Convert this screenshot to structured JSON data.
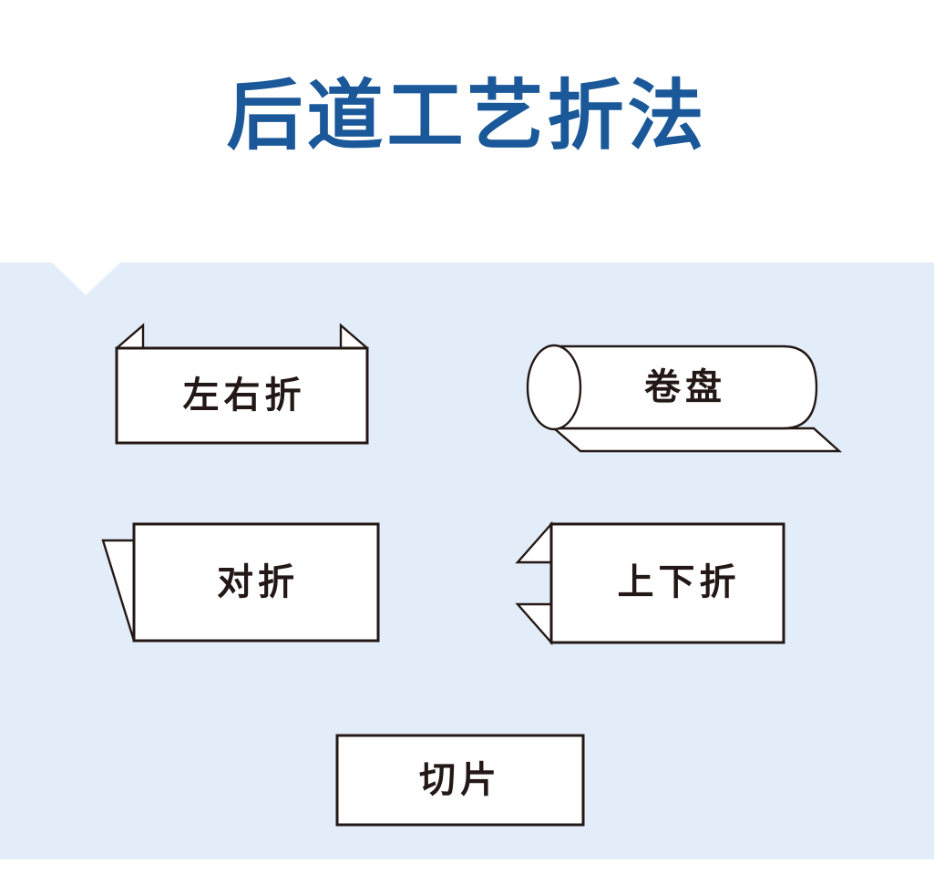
{
  "page": {
    "background_color": "#ffffff",
    "panel_color": "#e3edf9",
    "title_color": "#1a5899",
    "line_color": "#231815",
    "shape_fill_color": "#ffffff"
  },
  "header": {
    "title": "后道工艺折法"
  },
  "panel": {
    "notch": "v-notch-top-left"
  },
  "shapes": [
    {
      "id": "left-right-fold",
      "label": "左右折",
      "icon": "rectangle-with-two-top-corner-flaps"
    },
    {
      "id": "roll",
      "label": "卷盘",
      "icon": "cylinder-roll-with-trailing-sheet"
    },
    {
      "id": "half-fold",
      "label": "对折",
      "icon": "rectangle-with-left-triangular-flap"
    },
    {
      "id": "up-down-fold",
      "label": "上下折",
      "icon": "rectangle-with-two-left-triangular-flaps"
    },
    {
      "id": "slice",
      "label": "切片",
      "icon": "plain-rectangle"
    }
  ]
}
